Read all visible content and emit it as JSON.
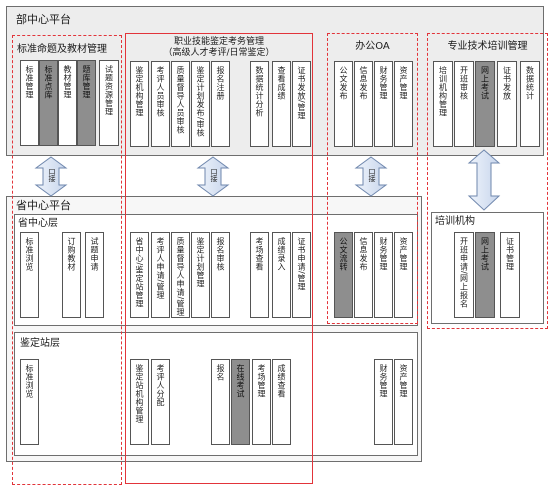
{
  "platforms": {
    "dept": "部中心平台",
    "province": "省中心平台"
  },
  "groups": {
    "standards": "标准命题及教材管理",
    "exam_title_1": "职业技能鉴定考务管理",
    "exam_title_2": "（高级人才考评/日常鉴定）",
    "office": "办公OA",
    "training": "专业技术培训管理",
    "training_org": "培训机构"
  },
  "layers": {
    "province_center": "省中心层",
    "station": "鉴定站层"
  },
  "arrows": {
    "a1": "口接",
    "a2": "口接",
    "a3": "口接"
  },
  "modules": {
    "top_std": [
      "标准管理",
      "标准点库",
      "教材管理",
      "题库管理",
      "试题资源管理"
    ],
    "top_exam": [
      "鉴定机构管理",
      "考评人员审核",
      "质量督导人员审核",
      "鉴定计划发布/审核",
      "报名注册",
      "数据统计分析",
      "查看成绩",
      "证书发放/管理"
    ],
    "top_office": [
      "公文发布",
      "信息发布",
      "财务管理",
      "资产管理"
    ],
    "top_train": [
      "培训机构管理",
      "开班审核",
      "网上考试",
      "证书发放",
      "数据统计"
    ],
    "mid_std": [
      "标准浏览",
      "订购教材",
      "试题申请"
    ],
    "mid_exam": [
      "省中心/鉴定站管理",
      "考评人申请/管理",
      "质量督导人申请/管理",
      "鉴定计划管理",
      "报名审核",
      "考场查看",
      "成绩录入",
      "证书申请/管理"
    ],
    "mid_office": [
      "公文流转",
      "信息发布",
      "财务管理",
      "资产管理"
    ],
    "mid_train": [
      "开班申请/网上报名",
      "网上考试",
      "证书管理"
    ],
    "bot_std": [
      "标准浏览"
    ],
    "bot_exam": [
      "鉴定站机构管理",
      "考评人分配",
      "报名",
      "在线考试",
      "考场管理",
      "成绩查看"
    ],
    "bot_office": [
      "财务管理",
      "资产管理"
    ]
  }
}
